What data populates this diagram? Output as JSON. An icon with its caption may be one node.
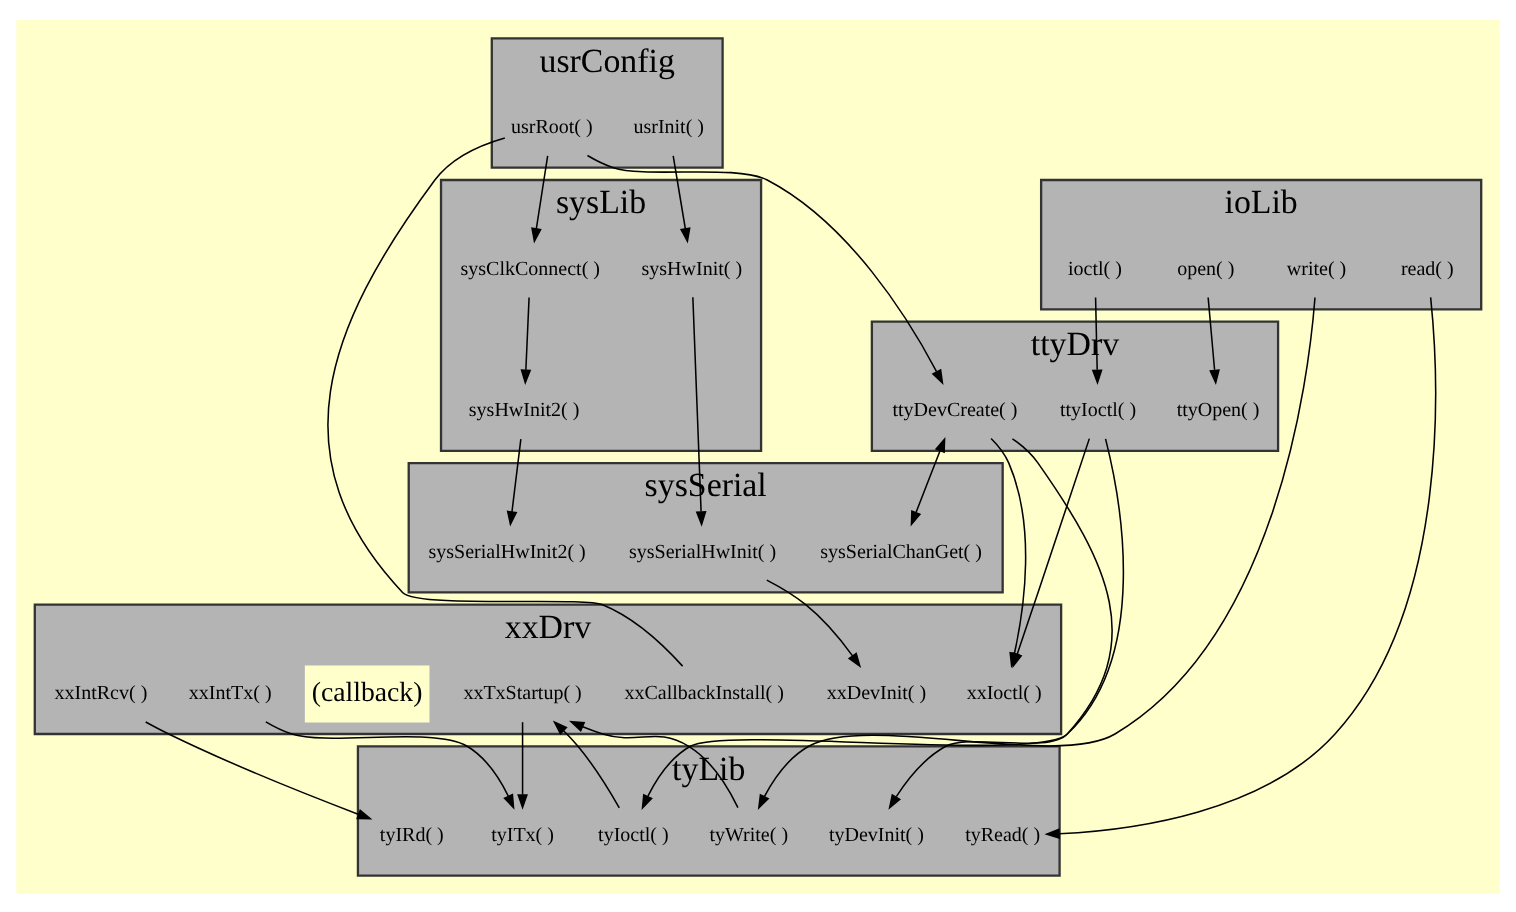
{
  "diagram": {
    "nodes": [
      {
        "text": [
          "usrConfig"
        ]
      },
      {
        "text": [
          "usrInit( )"
        ],
        "in": 0
      },
      {
        "text": [
          "usrRoot( )"
        ],
        "in": 0
      },
      {
        "text": [
          "ioLib"
        ]
      },
      {
        "text": [
          "open( )"
        ],
        "in": 3
      },
      {
        "text": [
          "ioctl( )"
        ],
        "in": 3
      },
      {
        "text": [
          "write( )"
        ],
        "in": 3
      },
      {
        "text": [
          "read( )"
        ],
        "in": 3
      },
      {
        "text": [
          "sysLib"
        ]
      },
      {
        "text": [
          "sysHwInit( )"
        ],
        "in": 8
      },
      {
        "text": [
          "sysClkConnect( )"
        ],
        "in": 8
      },
      {
        "text": [
          "sysHwInit2( )"
        ],
        "in": 8
      },
      {
        "text": [
          "ttyDrv"
        ]
      },
      {
        "text": [
          "ttyOpen( )"
        ],
        "in": 12
      },
      {
        "text": [
          "ttyIoctl( )"
        ],
        "in": 12
      },
      {
        "text": [
          "ttyDevCreate( )"
        ],
        "in": 12
      },
      {
        "text": [
          "tyLib"
        ]
      },
      {
        "text": [
          "tyWrite( )"
        ],
        "in": 16
      },
      {
        "text": [
          "tyRead( )"
        ],
        "in": 16
      },
      {
        "text": [
          "tyIoctl( )"
        ],
        "in": 16
      },
      {
        "text": [
          "tyDevInit( )"
        ],
        "in": 16
      },
      {
        "text": [
          "tyITx( )"
        ],
        "in": 16
      },
      {
        "text": [
          "tyIRd( )"
        ],
        "in": 16
      },
      {
        "text": [
          "sysSerial"
        ]
      },
      {
        "text": [
          "sysSerialHwInit( )"
        ],
        "in": 23
      },
      {
        "text": [
          "sysSerialHwInit2( )"
        ],
        "in": 23
      },
      {
        "text": [
          "sysSerialChanGet( )"
        ],
        "in": 23
      },
      {
        "text": [
          "xxDrv"
        ]
      },
      {
        "text": [
          "xxDevInit( )"
        ],
        "in": 27
      },
      {
        "text": [
          "xxIoctl( )"
        ],
        "in": 27
      },
      {
        "text": [
          "xxCallbackInstall( )"
        ],
        "in": 27
      },
      {
        "text": [
          "xxTxStartup( )"
        ],
        "in": 27
      },
      {
        "text": [
          "(callback)"
        ],
        "in": 27
      },
      {
        "text": [
          "xxIntTx( )"
        ],
        "in": 27
      },
      {
        "text": [
          "xxIntRcv( )"
        ],
        "in": 27
      }
    ],
    "edges": [
      {
        "from": 1,
        "to": 9,
        "arrow": "to"
      },
      {
        "from": 2,
        "to": 10,
        "arrow": "to"
      },
      {
        "from": 2,
        "to": 15,
        "arrow": "to"
      },
      {
        "from": 2,
        "to": 30,
        "arrow": "none"
      },
      {
        "from": 4,
        "to": 13,
        "arrow": "to"
      },
      {
        "from": 5,
        "to": 14,
        "arrow": "to"
      },
      {
        "from": 6,
        "to": 17,
        "arrow": "to"
      },
      {
        "from": 7,
        "to": 18,
        "arrow": "to"
      },
      {
        "from": 10,
        "to": 11,
        "arrow": "to"
      },
      {
        "from": 9,
        "to": 24,
        "arrow": "to"
      },
      {
        "from": 11,
        "to": 25,
        "arrow": "to"
      },
      {
        "from": 24,
        "to": 28,
        "arrow": "to"
      },
      {
        "from": 15,
        "to": 26,
        "arrow": "both"
      },
      {
        "from": 15,
        "to": 20,
        "arrow": "to"
      },
      {
        "from": 15,
        "to": 29,
        "arrow": "to"
      },
      {
        "from": 14,
        "to": 19,
        "arrow": "to"
      },
      {
        "from": 14,
        "to": 29,
        "arrow": "to"
      },
      {
        "from": 17,
        "to": 31,
        "arrow": "to"
      },
      {
        "from": 19,
        "to": 31,
        "arrow": "to"
      },
      {
        "from": 31,
        "to": 21,
        "arrow": "to"
      },
      {
        "from": 33,
        "to": 21,
        "arrow": "to"
      },
      {
        "from": 34,
        "to": 22,
        "arrow": "to"
      }
    ]
  }
}
